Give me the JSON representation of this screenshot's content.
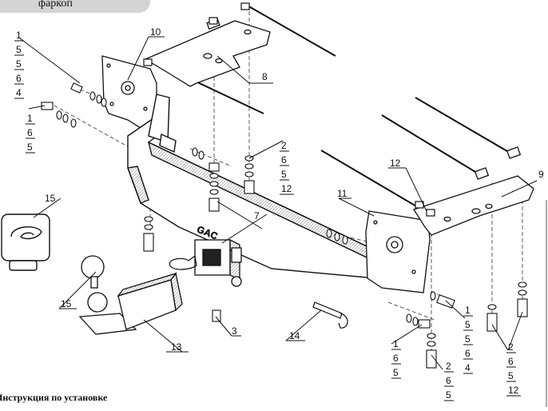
{
  "header": {
    "text": "фаркоп"
  },
  "footer": {
    "text": "Инструкция по установке"
  },
  "callouts": {
    "c10": "10",
    "c8": "8",
    "c7": "7",
    "c3": "3",
    "c13": "13",
    "c14": "14",
    "c15a": "15",
    "c15b": "15",
    "c11": "11",
    "c12": "12",
    "c9": "9"
  },
  "stacks": {
    "left_top": [
      "1",
      "5",
      "5",
      "6",
      "4"
    ],
    "left_mid": [
      "1",
      "6",
      "5"
    ],
    "center": [
      "2",
      "6",
      "5",
      "12"
    ],
    "right_bolt_a": [
      "1",
      "6",
      "5"
    ],
    "right_bolt_b": [
      "1",
      "5",
      "5",
      "6",
      "4"
    ],
    "right_bolt_c": [
      "2",
      "6",
      "5"
    ],
    "right_far": [
      "2",
      "6",
      "5",
      "12"
    ]
  },
  "logo": {
    "brand": "GAC"
  }
}
